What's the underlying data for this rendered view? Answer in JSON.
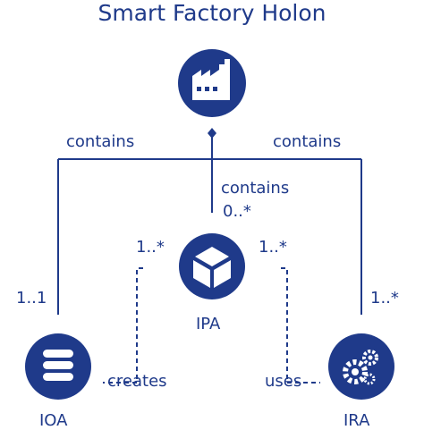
{
  "title": "Smart Factory Holon",
  "nodes": {
    "factory": {
      "icon": "factory-icon"
    },
    "ipa": {
      "label": "IPA",
      "icon": "cube-icon"
    },
    "ioa": {
      "label": "IOA",
      "icon": "database-icon"
    },
    "ira": {
      "label": "IRA",
      "icon": "gears-icon"
    }
  },
  "edges": {
    "factory_ioa": {
      "label": "contains",
      "multiplicity": "1..1"
    },
    "factory_ira": {
      "label": "contains",
      "multiplicity": "1..*"
    },
    "factory_ipa": {
      "label": "contains",
      "multiplicity": "0..*"
    },
    "ipa_ioa": {
      "label": "creates",
      "multiplicity": "1..*"
    },
    "ipa_ira": {
      "label": "uses",
      "multiplicity": "1..*"
    }
  },
  "colors": {
    "primary": "#1f3a8a",
    "icon_fill": "#1f3a8a",
    "icon_glyph": "#ffffff"
  }
}
